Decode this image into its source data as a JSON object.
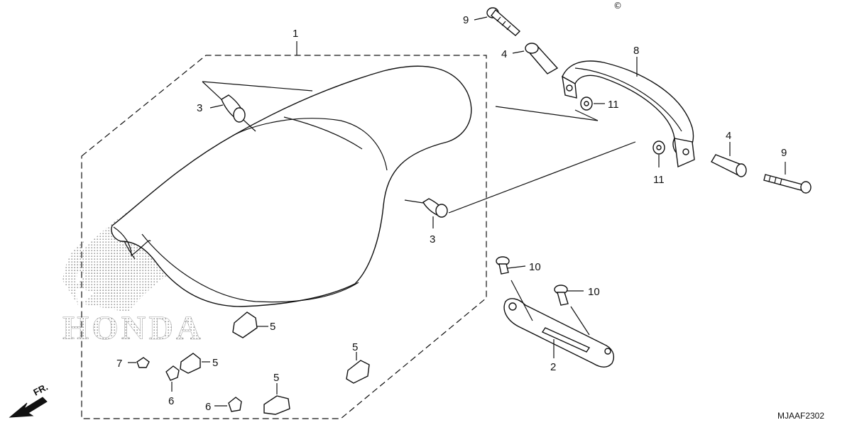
{
  "callouts": {
    "c1": "1",
    "c2": "2",
    "c3a": "3",
    "c3b": "3",
    "c4a": "4",
    "c4b": "4",
    "c5a": "5",
    "c5b": "5",
    "c5c": "5",
    "c5d": "5",
    "c6a": "6",
    "c6b": "6",
    "c7": "7",
    "c8": "8",
    "c9a": "9",
    "c9b": "9",
    "c10a": "10",
    "c10b": "10",
    "c11a": "11",
    "c11b": "11"
  },
  "diagram_code": "MJAAF2302",
  "front_label": "FR.",
  "copyright_symbol": "©",
  "watermark": "HONDA",
  "icons": [
    "front-direction-arrow-icon",
    "honda-wing-logo",
    "copyright-icon"
  ]
}
